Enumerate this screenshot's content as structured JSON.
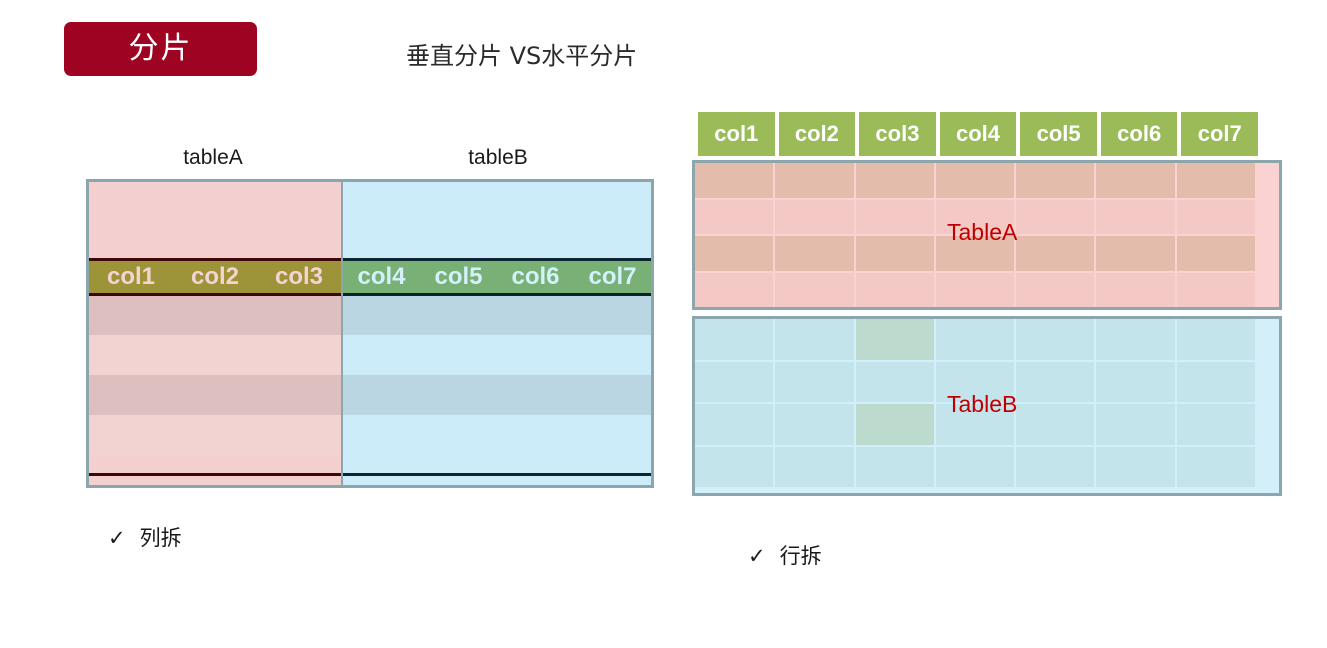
{
  "header": {
    "badge_label": "分片",
    "badge_color": "#9e0321",
    "title": "垂直分片 VS水平分片"
  },
  "vertical_sharding": {
    "caption_a": "tableA",
    "caption_b": "tableB",
    "table_a": {
      "columns": [
        "col1",
        "col2",
        "col3"
      ],
      "band_color": "#9d9439",
      "band_text_color": "#f5d3d3",
      "panel_color": "#f3cfcf",
      "stripes": [
        "dark",
        "light",
        "dark",
        "light"
      ]
    },
    "table_b": {
      "columns": [
        "col4",
        "col5",
        "col6",
        "col7"
      ],
      "band_color": "#79b075",
      "band_text_color": "#d4f0fb",
      "panel_color": "#cdecf9",
      "stripes": [
        "dark",
        "light",
        "dark",
        "light"
      ]
    },
    "bullet": {
      "mark": "✓",
      "text": "列拆"
    }
  },
  "horizontal_sharding": {
    "columns": [
      "col1",
      "col2",
      "col3",
      "col4",
      "col5",
      "col6",
      "col7"
    ],
    "header_color": "#9bbb59",
    "table_a": {
      "label": "TableA",
      "panel_color": "#fbd2d2",
      "rows": [
        "dark",
        "light",
        "dark",
        "light"
      ]
    },
    "table_b": {
      "label": "TableB",
      "panel_color": "#d3effa",
      "rows": [
        "plain",
        "plain",
        "plain",
        "plain"
      ],
      "highlight_column": 3,
      "highlight_rows": [
        1,
        3
      ]
    },
    "label_color": "#c00000",
    "bullet": {
      "mark": "✓",
      "text": "行拆"
    }
  }
}
